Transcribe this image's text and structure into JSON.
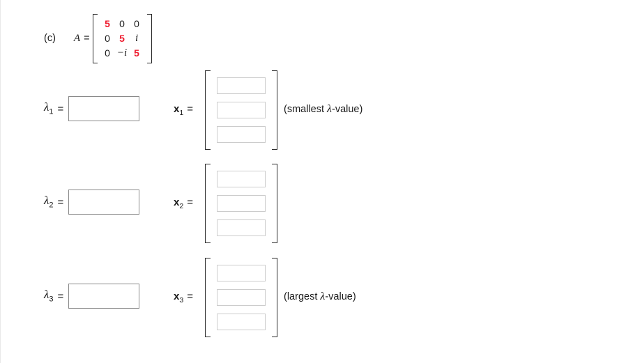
{
  "problem": {
    "part_label": "(c)",
    "matrix_name": "A",
    "equals": "=",
    "matrix": {
      "rows": [
        [
          {
            "text": "5",
            "style": "red"
          },
          {
            "text": "0",
            "style": "black"
          },
          {
            "text": "0",
            "style": "black"
          }
        ],
        [
          {
            "text": "0",
            "style": "black"
          },
          {
            "text": "5",
            "style": "red"
          },
          {
            "text": "i",
            "style": "imag"
          }
        ],
        [
          {
            "text": "0",
            "style": "black"
          },
          {
            "text": "−i",
            "style": "imag"
          },
          {
            "text": "5",
            "style": "red"
          }
        ]
      ],
      "accent_color": "#ee1b2e",
      "text_color": "#1a1a1a",
      "bracket_color": "#2b2b2b"
    }
  },
  "answers": [
    {
      "lambda_symbol": "λ",
      "lambda_subscript": "1",
      "equals": "=",
      "lambda_value": "",
      "lambda_placeholder": "",
      "vector_symbol": "x",
      "vector_subscript": "1",
      "vector_equals": "=",
      "vector_values": [
        "",
        "",
        ""
      ],
      "note": "(smallest λ-value)",
      "note_prefix": "(smallest ",
      "note_lambda": "λ",
      "note_suffix": "-value)"
    },
    {
      "lambda_symbol": "λ",
      "lambda_subscript": "2",
      "equals": "=",
      "lambda_value": "",
      "lambda_placeholder": "",
      "vector_symbol": "x",
      "vector_subscript": "2",
      "vector_equals": "=",
      "vector_values": [
        "",
        "",
        ""
      ],
      "note": "",
      "note_prefix": "",
      "note_lambda": "",
      "note_suffix": ""
    },
    {
      "lambda_symbol": "λ",
      "lambda_subscript": "3",
      "equals": "=",
      "lambda_value": "",
      "lambda_placeholder": "",
      "vector_symbol": "x",
      "vector_subscript": "3",
      "vector_equals": "=",
      "vector_values": [
        "",
        "",
        ""
      ],
      "note": "(largest λ-value)",
      "note_prefix": "(largest ",
      "note_lambda": "λ",
      "note_suffix": "-value)"
    }
  ],
  "colors": {
    "background": "#ffffff",
    "accent_red": "#ee1b2e",
    "lambda_input_border": "#8a8a8a",
    "vector_input_border": "#cccccc"
  }
}
